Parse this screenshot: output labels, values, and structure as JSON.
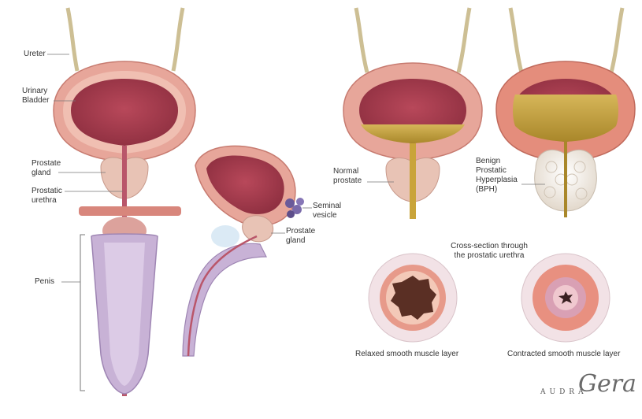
{
  "labels": {
    "ureter": "Ureter",
    "urinary_bladder": "Urinary\nBladder",
    "prostate_gland": "Prostate\ngland",
    "prostatic_urethra": "Prostatic\nurethra",
    "penis": "Penis",
    "seminal_vesicle": "Seminal\nvesicle",
    "prostate_gland_side": "Prostate\ngland",
    "normal_prostate": "Normal\nprostate",
    "bph": "Benign\nProstatic\nHyperplasia\n(BPH)",
    "cross_section_title": "Cross-section through\nthe prostatic urethra",
    "relaxed": "Relaxed smooth muscle layer",
    "contracted": "Contracted smooth muscle layer"
  },
  "signature": {
    "letters": "AUDRA",
    "script": "Gera"
  },
  "colors": {
    "bladder_outer": "#e7a69a",
    "bladder_wall": "#d98a7e",
    "bladder_lumen": "#a43a4b",
    "urine": "#c9a43a",
    "prostate": "#e8c3b5",
    "bph": "#f2ece4",
    "penis_tissue": "#c8b2d6",
    "ureter": "#d2c49a"
  }
}
